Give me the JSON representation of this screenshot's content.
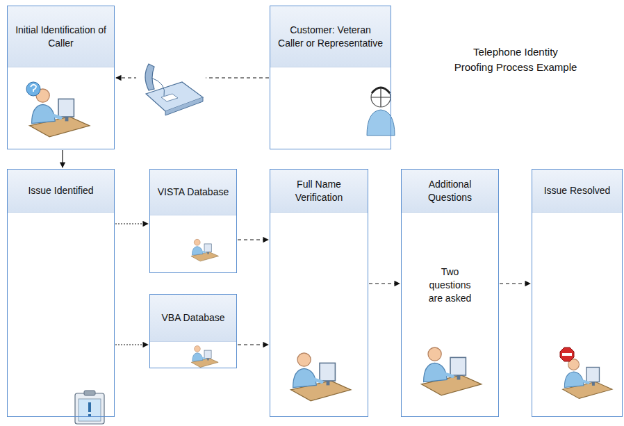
{
  "diagram": {
    "title": "Telephone Identity Proofing Process Example",
    "nodes": [
      {
        "text": [
          "Initial Identification of Caller"
        ]
      },
      {
        "text": [
          "Customer: Veteran Caller or Representative"
        ]
      },
      {
        "text": [
          "Issue Identified"
        ]
      },
      {
        "text": [
          "VISTA Database"
        ]
      },
      {
        "text": [
          "VBA Database"
        ]
      },
      {
        "text": [
          "Full Name Verification"
        ]
      },
      {
        "text": [
          "Additional Questions",
          "Two questions are asked"
        ]
      },
      {
        "text": [
          "Issue Resolved"
        ]
      }
    ],
    "edges": [
      {
        "from": 1,
        "to": 0,
        "arrow": "to"
      },
      {
        "from": 0,
        "to": 2,
        "arrow": "to"
      },
      {
        "from": 2,
        "to": 3,
        "arrow": "to"
      },
      {
        "from": 2,
        "to": 4,
        "arrow": "to"
      },
      {
        "from": 3,
        "to": 5,
        "arrow": "to"
      },
      {
        "from": 4,
        "to": 5,
        "arrow": "to"
      },
      {
        "from": 5,
        "to": 6,
        "arrow": "to"
      },
      {
        "from": 6,
        "to": 7,
        "arrow": "to"
      }
    ]
  }
}
